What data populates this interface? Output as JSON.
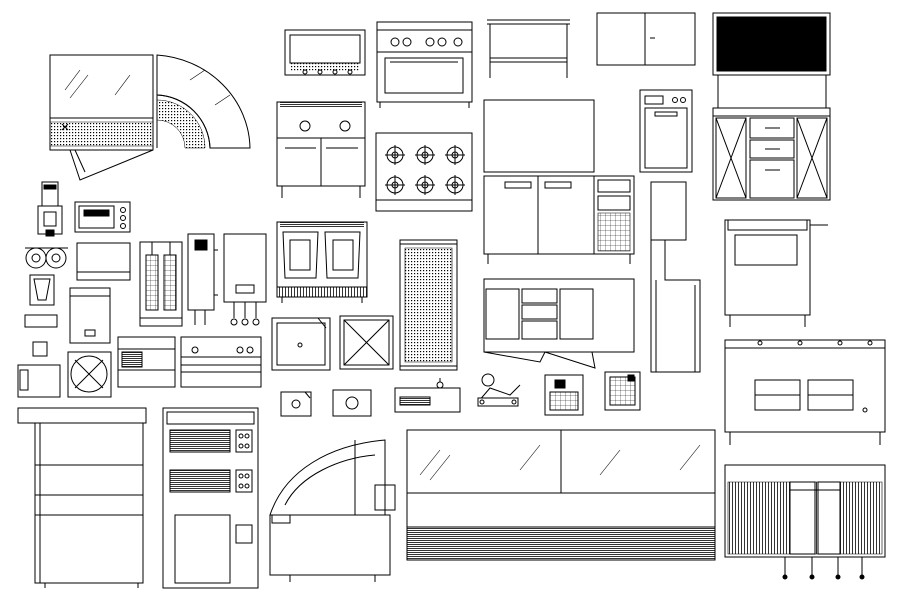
{
  "drawing": {
    "background": "#ffffff",
    "line_color": "#000000",
    "text_labels": []
  },
  "blocks": [
    {
      "id": "refrigerated-display-case",
      "icon": "display-case-icon"
    },
    {
      "id": "curved-corner-display-case",
      "icon": "curved-display-icon"
    },
    {
      "id": "bain-marie-top",
      "icon": "bain-marie-icon"
    },
    {
      "id": "six-burner-range-front",
      "icon": "range-front-icon"
    },
    {
      "id": "work-table-side",
      "icon": "table-icon"
    },
    {
      "id": "wall-cabinet",
      "icon": "cabinet-icon"
    },
    {
      "id": "dresser-unit",
      "icon": "dresser-icon"
    },
    {
      "id": "two-plate-cooker",
      "icon": "cooker-icon"
    },
    {
      "id": "six-burner-hob-top",
      "icon": "hob-icon"
    },
    {
      "id": "undercounter-fridge",
      "icon": "fridge-icon"
    },
    {
      "id": "dishwasher",
      "icon": "dishwasher-icon"
    },
    {
      "id": "wash-station-side",
      "icon": "wash-station-icon"
    },
    {
      "id": "drinks-dispenser",
      "icon": "dispenser-icon"
    },
    {
      "id": "microwave-oven",
      "icon": "microwave-icon"
    },
    {
      "id": "mixer",
      "icon": "mixer-icon"
    },
    {
      "id": "toaster",
      "icon": "toaster-icon"
    },
    {
      "id": "blender",
      "icon": "blender-icon"
    },
    {
      "id": "ice-cream-freezer",
      "icon": "freezer-icon"
    },
    {
      "id": "double-fryer-top",
      "icon": "fryer-icon"
    },
    {
      "id": "water-heater",
      "icon": "water-heater-icon"
    },
    {
      "id": "gas-boiler",
      "icon": "boiler-icon"
    },
    {
      "id": "double-fryer-front",
      "icon": "fryer-icon"
    },
    {
      "id": "grill-rack-top",
      "icon": "grill-icon"
    },
    {
      "id": "refrigerated-counter-top",
      "icon": "counter-icon"
    },
    {
      "id": "single-sink",
      "icon": "sink-icon"
    },
    {
      "id": "shower-tray",
      "icon": "tray-icon"
    },
    {
      "id": "floor-drain",
      "icon": "drain-icon"
    },
    {
      "id": "hand-sink",
      "icon": "sink-icon"
    },
    {
      "id": "meat-slicer",
      "icon": "slicer-icon"
    },
    {
      "id": "scale",
      "icon": "scale-icon"
    },
    {
      "id": "cash-register",
      "icon": "register-icon"
    },
    {
      "id": "extractor-fan",
      "icon": "fan-icon"
    },
    {
      "id": "coffee-machine",
      "icon": "coffee-icon"
    },
    {
      "id": "griddle-counter",
      "icon": "griddle-icon"
    },
    {
      "id": "tall-cabinet",
      "icon": "cabinet-icon"
    },
    {
      "id": "combi-oven-stack",
      "icon": "oven-icon"
    },
    {
      "id": "serve-over-counter",
      "icon": "serve-counter-icon"
    },
    {
      "id": "long-display-counter",
      "icon": "display-counter-icon"
    },
    {
      "id": "fryer-station",
      "icon": "fryer-icon"
    },
    {
      "id": "work-table-front",
      "icon": "table-icon"
    },
    {
      "id": "grill-station-baskets",
      "icon": "grill-icon"
    }
  ]
}
